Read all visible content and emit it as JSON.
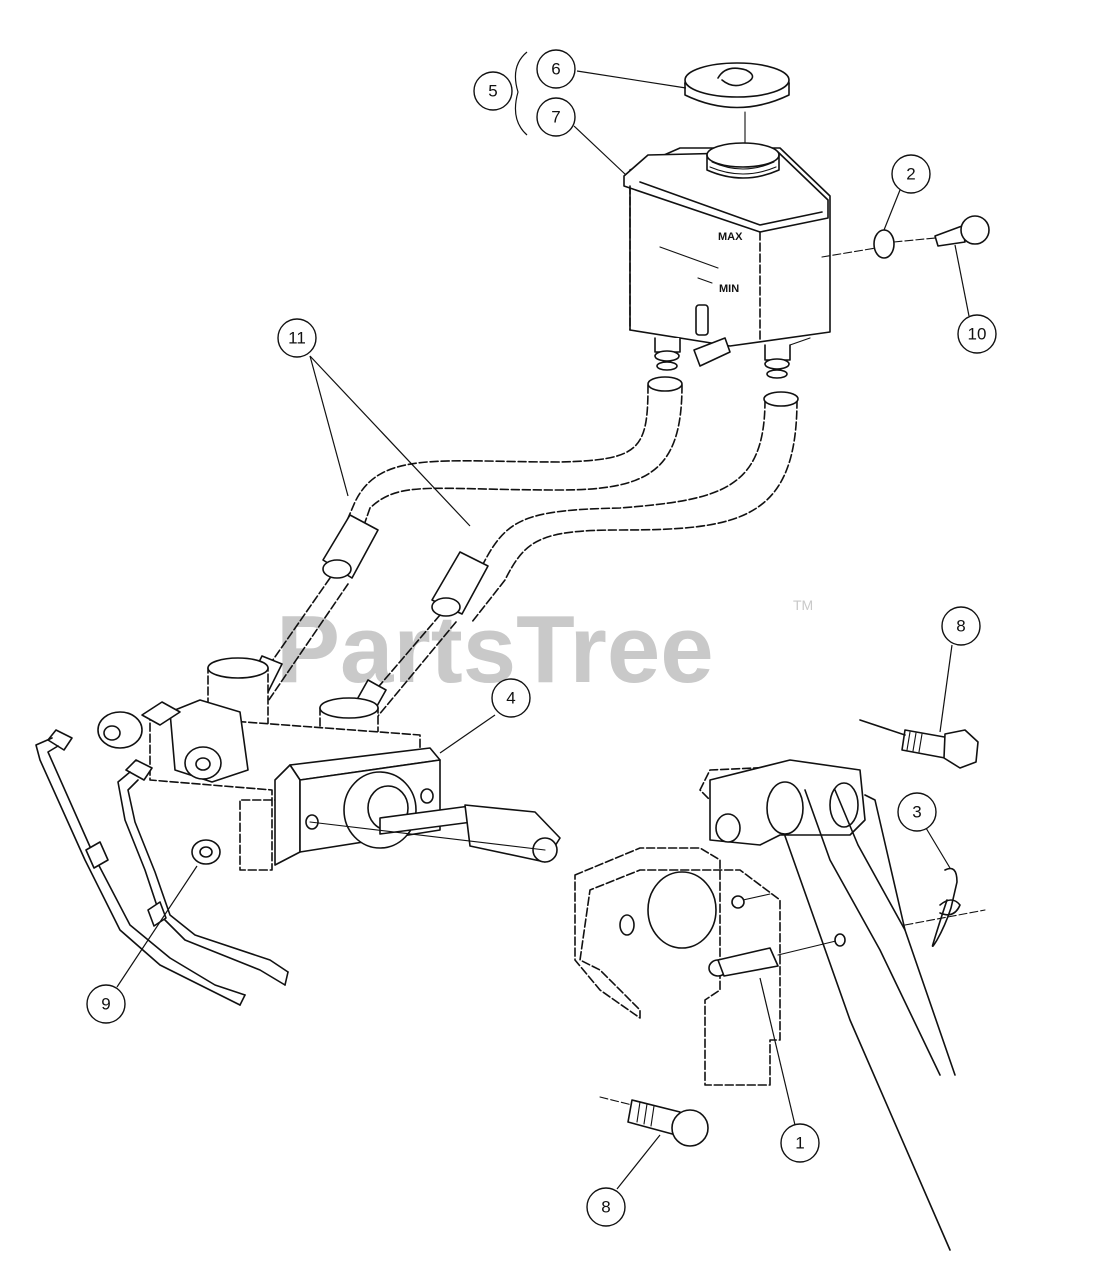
{
  "watermark": {
    "text": "PartsTree",
    "trademark": "TM"
  },
  "level_marks": {
    "max": "MAX",
    "min": "MIN"
  },
  "callouts": [
    {
      "id": "c-6",
      "label": "6"
    },
    {
      "id": "c-5",
      "label": "5"
    },
    {
      "id": "c-7",
      "label": "7"
    },
    {
      "id": "c-2",
      "label": "2"
    },
    {
      "id": "c-10",
      "label": "10"
    },
    {
      "id": "c-11",
      "label": "11"
    },
    {
      "id": "c-4",
      "label": "4"
    },
    {
      "id": "c-8a",
      "label": "8"
    },
    {
      "id": "c-3",
      "label": "3"
    },
    {
      "id": "c-9",
      "label": "9"
    },
    {
      "id": "c-1",
      "label": "1"
    },
    {
      "id": "c-8b",
      "label": "8"
    }
  ]
}
